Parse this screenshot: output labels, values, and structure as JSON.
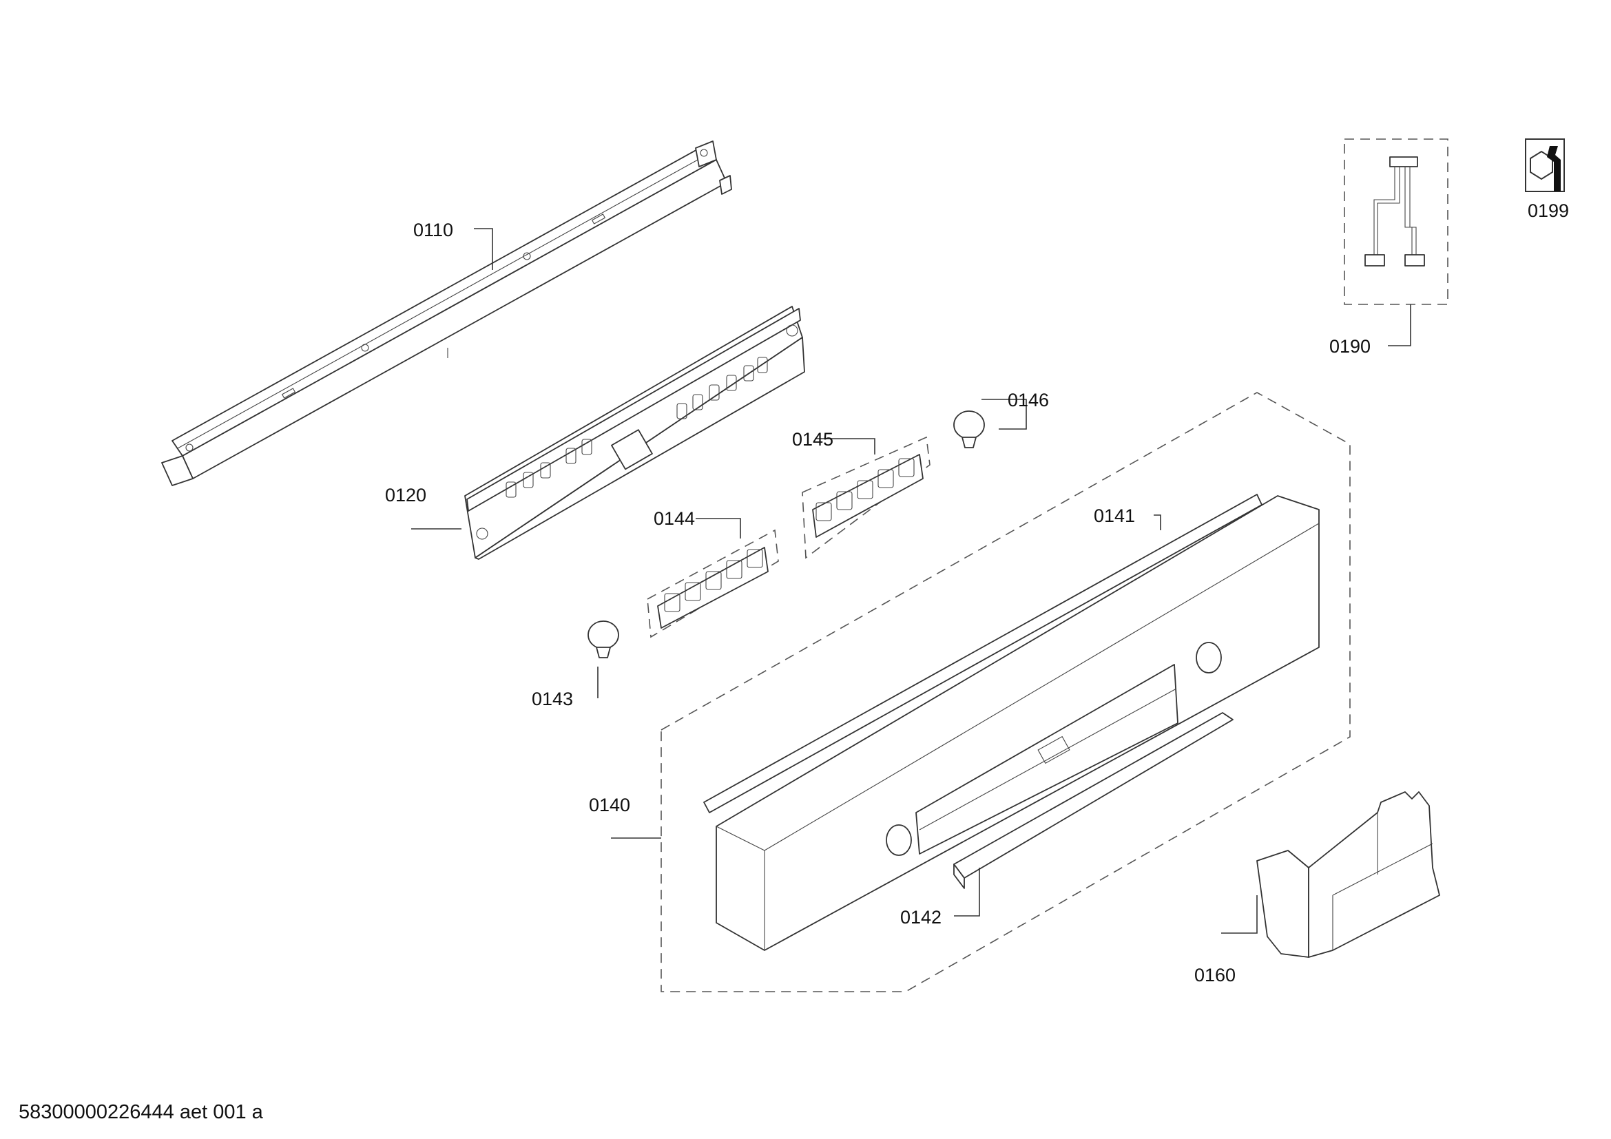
{
  "diagram": {
    "callouts": [
      {
        "id": "c0110",
        "text": "0110"
      },
      {
        "id": "c0120",
        "text": "0120"
      },
      {
        "id": "c0140",
        "text": "0140"
      },
      {
        "id": "c0141",
        "text": "0141"
      },
      {
        "id": "c0142",
        "text": "0142"
      },
      {
        "id": "c0143",
        "text": "0143"
      },
      {
        "id": "c0144",
        "text": "0144"
      },
      {
        "id": "c0145",
        "text": "0145"
      },
      {
        "id": "c0146",
        "text": "0146"
      },
      {
        "id": "c0160",
        "text": "0160"
      },
      {
        "id": "c0190",
        "text": "0190"
      },
      {
        "id": "c0199",
        "text": "0199"
      }
    ],
    "footer": "58300000226444 aet 001 a"
  }
}
